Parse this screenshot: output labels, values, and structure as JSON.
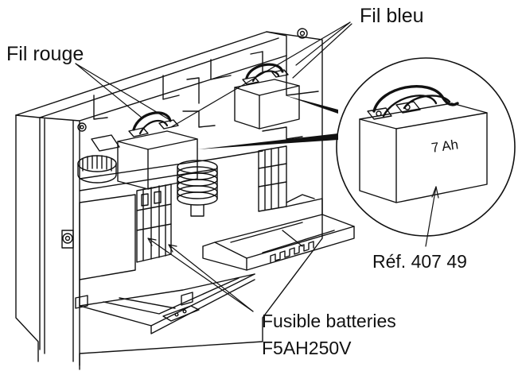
{
  "labels": {
    "red_wire": "Fil rouge",
    "blue_wire": "Fil bleu",
    "capacity": "7 Ah",
    "reference": "Réf. 407 49",
    "fuse_line1": "Fusible batteries",
    "fuse_line2": "F5AH250V"
  },
  "colors": {
    "line": "#111111",
    "background": "#ffffff"
  }
}
